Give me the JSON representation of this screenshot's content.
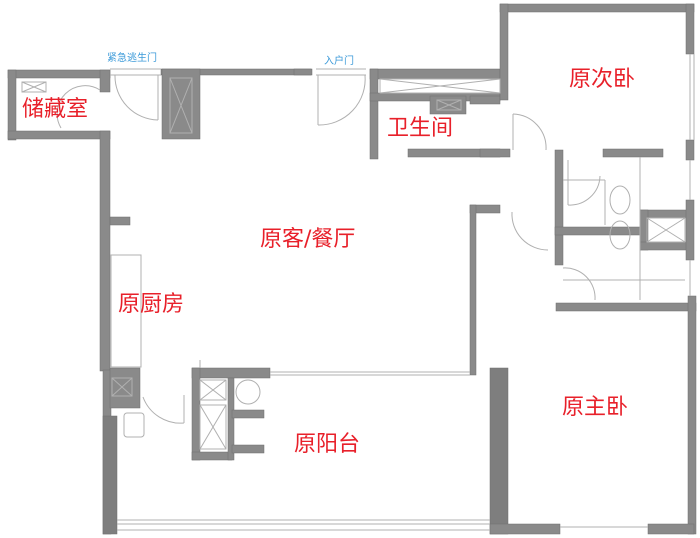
{
  "floor_plan": {
    "rooms": [
      {
        "id": "storage",
        "label": "储藏室"
      },
      {
        "id": "bathroom",
        "label": "卫生间"
      },
      {
        "id": "second-bedroom",
        "label": "原次卧"
      },
      {
        "id": "living-dining",
        "label": "原客/餐厅"
      },
      {
        "id": "kitchen",
        "label": "原厨房"
      },
      {
        "id": "balcony",
        "label": "原阳台"
      },
      {
        "id": "master-bedroom",
        "label": "原主卧"
      }
    ],
    "doors": [
      {
        "id": "emergency-exit",
        "label": "紧急逃生门"
      },
      {
        "id": "entrance",
        "label": "入户门"
      }
    ],
    "colors": {
      "wall": "#8a8a8a",
      "wall_dark": "#6e6e6e",
      "room_label": "#e8202a",
      "door_label": "#3b9ad9",
      "fixture_line": "#b0b0b0"
    }
  }
}
